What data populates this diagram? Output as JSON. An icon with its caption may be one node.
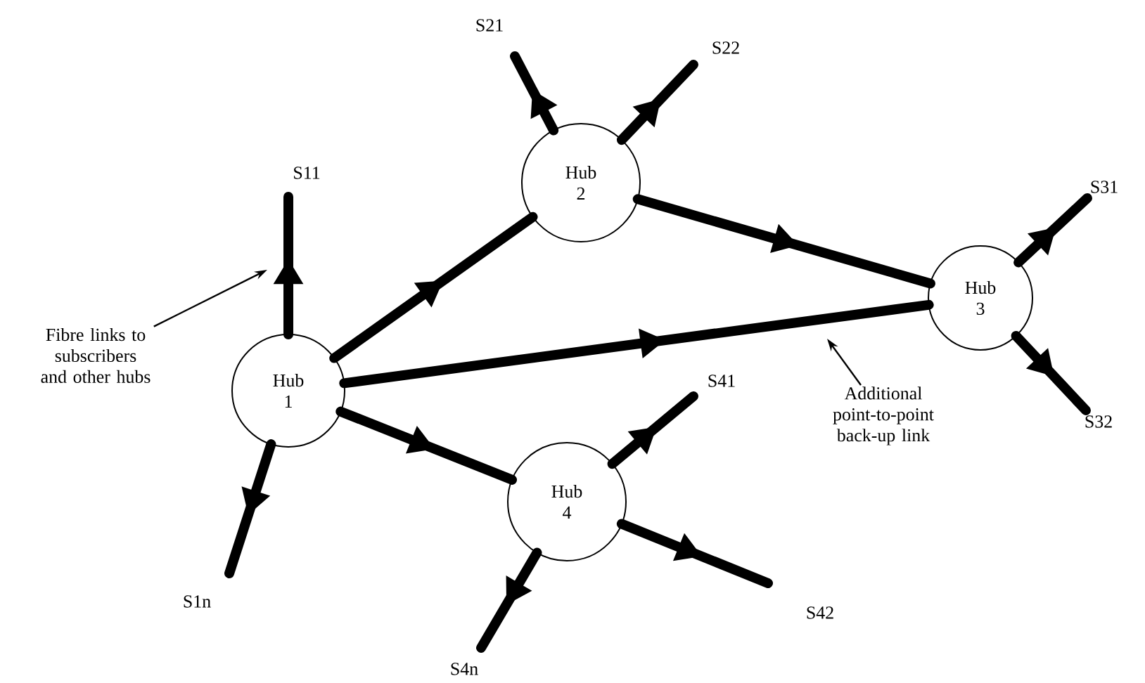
{
  "diagram": {
    "nodes": [
      {
        "text": [
          "Hub 1"
        ]
      },
      {
        "text": [
          "Hub 2"
        ]
      },
      {
        "text": [
          "Hub 3"
        ]
      },
      {
        "text": [
          "Hub 4"
        ]
      },
      {
        "text": [
          "S11"
        ]
      },
      {
        "text": [
          "S1n"
        ]
      },
      {
        "text": [
          "S21"
        ]
      },
      {
        "text": [
          "S22"
        ]
      },
      {
        "text": [
          "S31"
        ]
      },
      {
        "text": [
          "S32"
        ]
      },
      {
        "text": [
          "S41"
        ]
      },
      {
        "text": [
          "S42"
        ]
      },
      {
        "text": [
          "S4n"
        ]
      },
      {
        "text": [
          "Fibre links to subscribers and other hubs"
        ]
      },
      {
        "text": [
          "Additional point-to-point back-up link"
        ]
      }
    ],
    "edges": [
      {
        "from": 0,
        "to": 4,
        "arrow": "to"
      },
      {
        "from": 0,
        "to": 5,
        "arrow": "to"
      },
      {
        "from": 0,
        "to": 1,
        "arrow": "to"
      },
      {
        "from": 0,
        "to": 2,
        "arrow": "to"
      },
      {
        "from": 0,
        "to": 3,
        "arrow": "to"
      },
      {
        "from": 1,
        "to": 6,
        "arrow": "to"
      },
      {
        "from": 1,
        "to": 7,
        "arrow": "to"
      },
      {
        "from": 1,
        "to": 2,
        "arrow": "to"
      },
      {
        "from": 2,
        "to": 8,
        "arrow": "to"
      },
      {
        "from": 2,
        "to": 9,
        "arrow": "to"
      },
      {
        "from": 3,
        "to": 10,
        "arrow": "to"
      },
      {
        "from": 3,
        "to": 11,
        "arrow": "to"
      },
      {
        "from": 3,
        "to": 12,
        "arrow": "to"
      },
      {
        "from": 13,
        "to": null,
        "arrow": "to"
      },
      {
        "from": 14,
        "to": null,
        "arrow": "to"
      }
    ]
  }
}
